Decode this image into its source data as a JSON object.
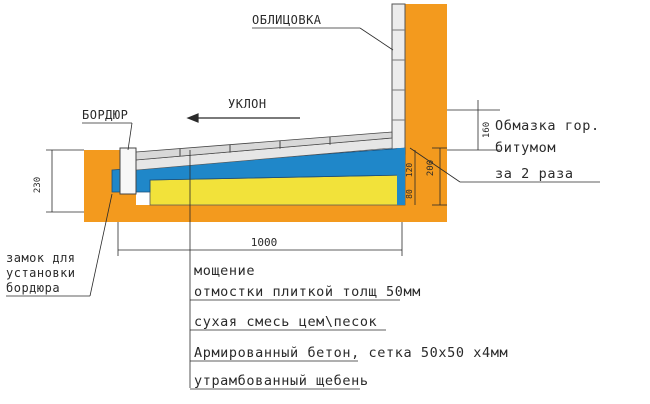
{
  "labels": {
    "cladding": "ОБЛИЦОВКА",
    "curb": "БОРДЮР",
    "slope": "УКЛОН",
    "coating_line1": "Обмазка гор.",
    "coating_line2": "битумом",
    "coating_line3": "за 2 раза",
    "lock_line1": "замок для",
    "lock_line2": "установки",
    "lock_line3": "бордюра"
  },
  "dimensions": {
    "width": "1000",
    "left_height": "230",
    "coating_height": "160",
    "wall_depth": "200",
    "layer_a": "120",
    "layer_b": "80"
  },
  "layers": [
    "мощение",
    "отмостки плиткой толщ 50мм",
    "сухая смесь цем\\песок",
    "Армированный бетон, сетка 50x50 x4мм",
    "утрамбованный щебень"
  ],
  "colors": {
    "wall": "#f39a1e",
    "concrete": "#1f87c9",
    "gravel": "#f2e23a",
    "tile": "#d8d8d8",
    "lines": "#2a2a2a"
  }
}
